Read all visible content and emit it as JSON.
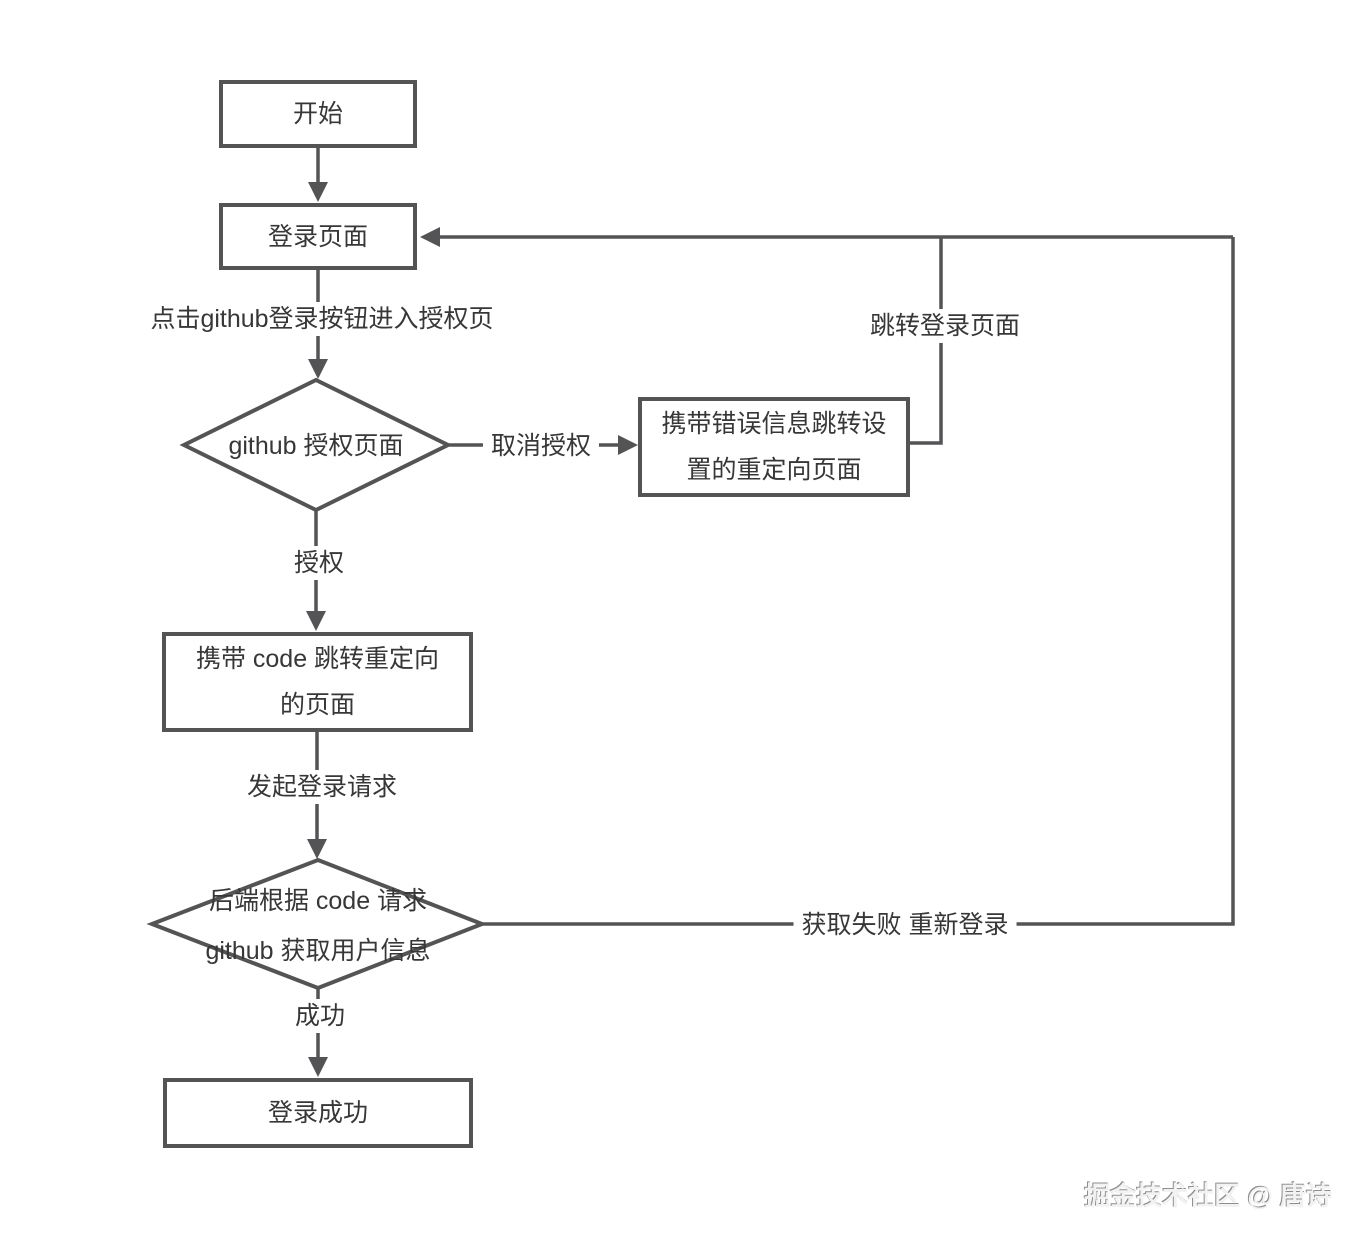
{
  "diagram": {
    "nodes": {
      "start": "开始",
      "login_page": "登录页面",
      "github_auth": "github 授权页面",
      "error_redirect": "携带错误信息跳转设\n置的重定向页面",
      "code_redirect": "携带 code 跳转重定向\n的页面",
      "backend_check": "后端根据 code 请求\ngithub 获取用户信息",
      "login_success": "登录成功"
    },
    "edge_labels": {
      "click_github": "点击github登录按钮进入授权页",
      "cancel_auth": "取消授权",
      "jump_login": "跳转登录页面",
      "authorize": "授权",
      "login_request": "发起登录请求",
      "fetch_fail": "获取失败 重新登录",
      "success": "成功"
    },
    "watermark": "掘金技术社区 @ 唐诗",
    "colors": {
      "line": "#545456",
      "text": "#373737",
      "background": "#ffffff"
    }
  }
}
